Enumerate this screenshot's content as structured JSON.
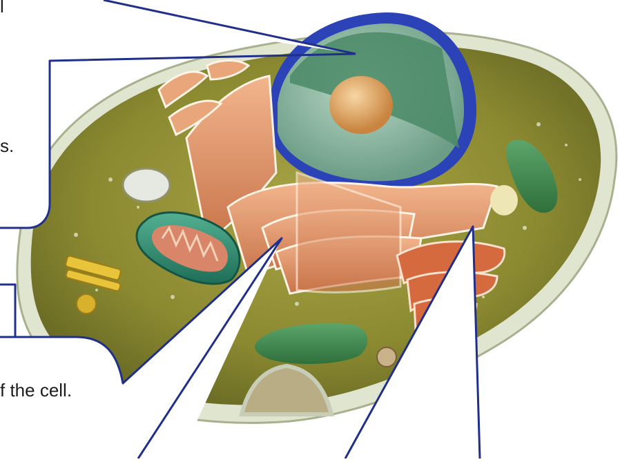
{
  "callouts": {
    "top_fragment": "l",
    "upper_left_fragment": "s.",
    "bottom_left_text": "f the cell."
  },
  "colors": {
    "callout_stroke": "#1f2f8a",
    "cytoplasm": "#8a8a2e",
    "nuclear_envelope": "#2c43b8",
    "nucleoplasm": "#5f9c78",
    "nucleolus": "#e2a04f",
    "golgi_er": "#e49a6e",
    "mitochondrion": "#2a8f73",
    "membrane": "#cfd6bf"
  },
  "icons": [
    "animal-cell-illustration"
  ]
}
